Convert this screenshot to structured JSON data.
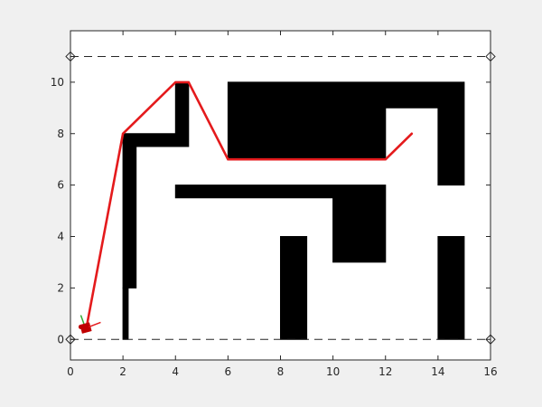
{
  "chart_data": {
    "type": "path-planning-map",
    "xlim": [
      0,
      16
    ],
    "ylim": [
      -0.8,
      12
    ],
    "grid": false,
    "x_ticks": [
      0,
      2,
      4,
      6,
      8,
      10,
      12,
      14,
      16
    ],
    "y_ticks": [
      0,
      2,
      4,
      6,
      8,
      10
    ],
    "x_tick_labels": [
      "0",
      "2",
      "4",
      "6",
      "8",
      "10",
      "12",
      "14",
      "16"
    ],
    "y_tick_labels": [
      "0",
      "2",
      "4",
      "6",
      "8",
      "10"
    ],
    "boundary_lines": [
      {
        "name": "bottom-boundary",
        "y": 0,
        "x": [
          0,
          16
        ],
        "style": "dashed"
      },
      {
        "name": "top-boundary",
        "y": 11,
        "x": [
          0,
          16
        ],
        "style": "dashed"
      }
    ],
    "corner_markers": [
      {
        "x": 0,
        "y": 0,
        "marker": "diamond"
      },
      {
        "x": 16,
        "y": 0,
        "marker": "diamond"
      },
      {
        "x": 0,
        "y": 11,
        "marker": "diamond"
      },
      {
        "x": 16,
        "y": 11,
        "marker": "diamond"
      }
    ],
    "obstacles": [
      {
        "name": "obstacle-thin-wall",
        "polygon": [
          [
            2,
            0
          ],
          [
            2.2,
            0
          ],
          [
            2.2,
            2
          ],
          [
            2,
            2
          ]
        ]
      },
      {
        "name": "obstacle-vertical-wall",
        "polygon": [
          [
            2,
            2
          ],
          [
            2.5,
            2
          ],
          [
            2.5,
            7.5
          ],
          [
            4,
            7.5
          ],
          [
            4,
            8
          ],
          [
            2,
            8
          ]
        ]
      },
      {
        "name": "obstacle-cap-block",
        "polygon": [
          [
            4,
            7.5
          ],
          [
            4.5,
            7.5
          ],
          [
            4.5,
            10
          ],
          [
            4,
            10
          ]
        ]
      },
      {
        "name": "obstacle-top-block",
        "polygon": [
          [
            6,
            7
          ],
          [
            12,
            7
          ],
          [
            12,
            9
          ],
          [
            13,
            9
          ],
          [
            14,
            9
          ],
          [
            14,
            6
          ],
          [
            15,
            6
          ],
          [
            15,
            10
          ],
          [
            6,
            10
          ]
        ]
      },
      {
        "name": "obstacle-middle-bar",
        "polygon": [
          [
            4,
            5.5
          ],
          [
            10,
            5.5
          ],
          [
            10,
            3
          ],
          [
            12,
            3
          ],
          [
            12,
            6
          ],
          [
            4,
            6
          ]
        ]
      },
      {
        "name": "obstacle-pillar-left",
        "polygon": [
          [
            8,
            0
          ],
          [
            9,
            0
          ],
          [
            9,
            4
          ],
          [
            8,
            4
          ]
        ]
      },
      {
        "name": "obstacle-pillar-right",
        "polygon": [
          [
            14,
            0
          ],
          [
            15,
            0
          ],
          [
            15,
            4
          ],
          [
            14,
            4
          ]
        ]
      }
    ],
    "path": {
      "color": "#e41a1c",
      "points": [
        [
          0.6,
          0.4
        ],
        [
          2,
          8
        ],
        [
          4,
          10
        ],
        [
          4.5,
          10
        ],
        [
          6,
          7
        ],
        [
          12,
          7
        ],
        [
          13,
          8
        ]
      ]
    },
    "robot": {
      "x": 0.6,
      "y": 0.45,
      "color": "#c00000",
      "heading_color": "#e41a1c",
      "sensor_color": "#33aa33"
    },
    "colors": {
      "obstacle": "#000000",
      "axes_background": "#ffffff",
      "figure_background": "#f0f0f0",
      "axis": "#262626",
      "boundary": "#262626"
    }
  }
}
